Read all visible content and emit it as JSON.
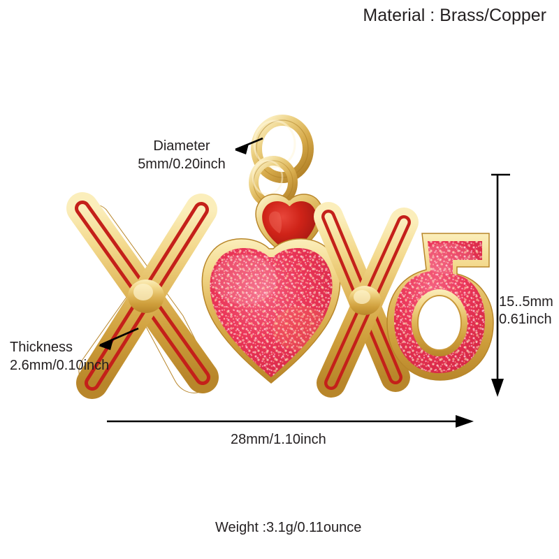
{
  "annotations": {
    "material": "Material : Brass/Copper",
    "diameter_title": "Diameter",
    "diameter_value": "5mm/0.20inch",
    "thickness_title": "Thickness",
    "thickness_value": "2.6mm/0.10inch",
    "height_value_mm": "15..5mm",
    "height_value_inch": "0.61inch",
    "width_value": "28mm/1.10inch",
    "weight": "Weight :3.1g/0.11ounce"
  },
  "product": {
    "lettering": "XOXO",
    "colors": {
      "gold_light": "#f7e2a2",
      "gold_mid": "#e3bd62",
      "gold_deep": "#c2922f",
      "gold_shadow": "#a87a22",
      "enamel_red": "#c4201a",
      "enamel_red_dark": "#8f1410",
      "glitter_pink": "#ec3a5e",
      "glitter_light": "#f7839b",
      "heart_red": "#cc1f17",
      "line_black": "#000000",
      "background": "#ffffff"
    }
  },
  "icons": {
    "diameter_leader": "arrow-leader-icon",
    "thickness_leader": "arrow-leader-icon",
    "height_dimension": "vertical-dimension-arrow-icon",
    "width_dimension": "horizontal-dimension-arrow-icon",
    "jump_ring": "jump-ring-icon",
    "heart_small": "heart-icon",
    "heart_glitter": "glitter-heart-icon"
  }
}
